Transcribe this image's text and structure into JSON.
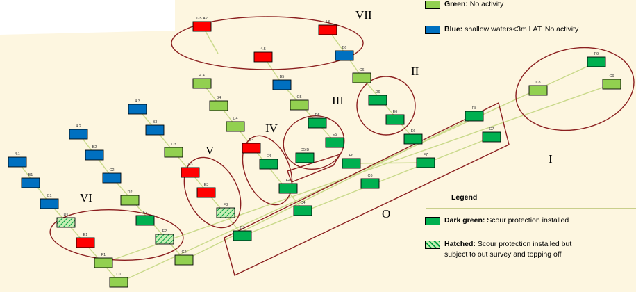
{
  "colors": {
    "background": "#fdf6e0",
    "red": "#ff0000",
    "blue": "#0070c0",
    "green": "#92d050",
    "dark_green": "#00b050",
    "hatched_fill": "#c6efb4",
    "hatch_line": "#00a040",
    "cable": "#c9d98a",
    "ellipse_stroke": "#8b1f1f",
    "box_stroke": "#8b1f1f"
  },
  "legend": {
    "green_label": "Green:",
    "green_text": "No activity",
    "blue_label": "Blue:",
    "blue_text": "shallow waters<3m LAT, No activity",
    "heading": "Legend",
    "dark_green_label": "Dark green:",
    "dark_green_text": "Scour protection installed",
    "hatched_label": "Hatched:",
    "hatched_text_1": "Scour protection installed but",
    "hatched_text_2": "subject to out survey and topping off"
  },
  "groups": [
    {
      "id": "VII",
      "label": "VII"
    },
    {
      "id": "II",
      "label": "II"
    },
    {
      "id": "III",
      "label": "III"
    },
    {
      "id": "IV",
      "label": "IV"
    },
    {
      "id": "V",
      "label": "V"
    },
    {
      "id": "VI",
      "label": "VI"
    },
    {
      "id": "I",
      "label": "I"
    },
    {
      "id": "O",
      "label": "O"
    }
  ],
  "turbines": [
    {
      "id": "t-g4-1",
      "label": "4.1",
      "status": "blue"
    },
    {
      "id": "t-b1",
      "label": "B1",
      "status": "blue"
    },
    {
      "id": "t-c1a",
      "label": "C1",
      "status": "blue"
    },
    {
      "id": "t-d1",
      "label": "D1",
      "status": "hatched"
    },
    {
      "id": "t-e1",
      "label": "E1",
      "status": "red"
    },
    {
      "id": "t-f1",
      "label": "F1",
      "status": "green"
    },
    {
      "id": "t-c1b",
      "label": "C1",
      "status": "green"
    },
    {
      "id": "t-4-2",
      "label": "4.2",
      "status": "blue"
    },
    {
      "id": "t-b2",
      "label": "B2",
      "status": "blue"
    },
    {
      "id": "t-c2a",
      "label": "C2",
      "status": "blue"
    },
    {
      "id": "t-d2",
      "label": "D2",
      "status": "green"
    },
    {
      "id": "t-e2",
      "label": "E2",
      "status": "dark_green"
    },
    {
      "id": "t-f2",
      "label": "F2",
      "status": "hatched"
    },
    {
      "id": "t-c2b",
      "label": "C2",
      "status": "green"
    },
    {
      "id": "t-4-3",
      "label": "4.3",
      "status": "blue"
    },
    {
      "id": "t-b3",
      "label": "B3",
      "status": "blue"
    },
    {
      "id": "t-c3a",
      "label": "C3",
      "status": "green"
    },
    {
      "id": "t-d3",
      "label": "D3",
      "status": "red"
    },
    {
      "id": "t-e3",
      "label": "E3",
      "status": "red"
    },
    {
      "id": "t-f3",
      "label": "F3",
      "status": "hatched"
    },
    {
      "id": "t-c3b",
      "label": "C3",
      "status": "dark_green"
    },
    {
      "id": "t-4-4",
      "label": "4.4",
      "status": "green"
    },
    {
      "id": "t-b4",
      "label": "B4",
      "status": "green"
    },
    {
      "id": "t-c4a",
      "label": "C4",
      "status": "green"
    },
    {
      "id": "t-d4",
      "label": "D4",
      "status": "red"
    },
    {
      "id": "t-e4",
      "label": "E4",
      "status": "dark_green"
    },
    {
      "id": "t-f4",
      "label": "F4",
      "status": "dark_green"
    },
    {
      "id": "t-c4b",
      "label": "C4",
      "status": "dark_green"
    },
    {
      "id": "t-g4-5",
      "label": "G5.A2",
      "status": "red"
    },
    {
      "id": "t-4-5",
      "label": "4.5",
      "status": "red"
    },
    {
      "id": "t-b5",
      "label": "B5",
      "status": "blue"
    },
    {
      "id": "t-c5a",
      "label": "C5",
      "status": "green"
    },
    {
      "id": "t-d5",
      "label": "D5",
      "status": "dark_green"
    },
    {
      "id": "t-e5",
      "label": "E5",
      "status": "dark_green"
    },
    {
      "id": "t-d5b",
      "label": "D5.B",
      "status": "dark_green"
    },
    {
      "id": "t-4-6",
      "label": "4.6",
      "status": "red"
    },
    {
      "id": "t-b6",
      "label": "B6",
      "status": "blue"
    },
    {
      "id": "t-c6",
      "label": "C6",
      "status": "green"
    },
    {
      "id": "t-d6",
      "label": "D6",
      "status": "dark_green"
    },
    {
      "id": "t-e6",
      "label": "E6",
      "status": "dark_green"
    },
    {
      "id": "t-e6b",
      "label": "E6",
      "status": "dark_green"
    },
    {
      "id": "t-f6",
      "label": "F6",
      "status": "dark_green"
    },
    {
      "id": "t-c6b",
      "label": "C6",
      "status": "dark_green"
    },
    {
      "id": "t-f7",
      "label": "F7",
      "status": "dark_green"
    },
    {
      "id": "t-c7",
      "label": "C7",
      "status": "dark_green"
    },
    {
      "id": "t-f8",
      "label": "F8",
      "status": "dark_green"
    },
    {
      "id": "t-c8",
      "label": "C8",
      "status": "green"
    },
    {
      "id": "t-f9",
      "label": "F9",
      "status": "dark_green"
    },
    {
      "id": "t-c9",
      "label": "C9",
      "status": "green"
    }
  ]
}
